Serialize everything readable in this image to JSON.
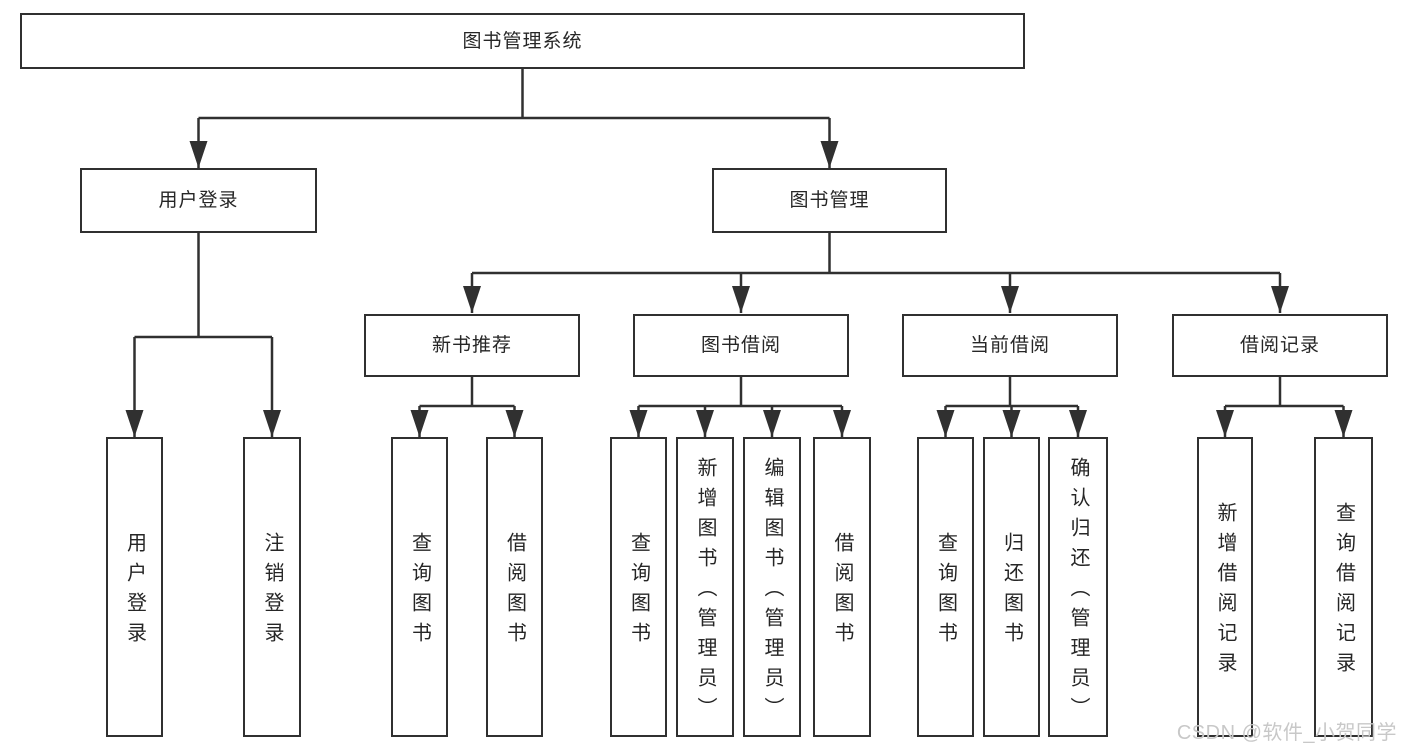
{
  "diagram": {
    "root_label": "图书管理系统",
    "branches": [
      {
        "label": "用户登录",
        "children": [
          {
            "label": "用户登录"
          },
          {
            "label": "注销登录"
          }
        ]
      },
      {
        "label": "图书管理",
        "children": [
          {
            "label": "新书推荐",
            "children": [
              {
                "label": "查询图书"
              },
              {
                "label": "借阅图书"
              }
            ]
          },
          {
            "label": "图书借阅",
            "children": [
              {
                "label": "查询图书"
              },
              {
                "label": "新增图书（管理员）"
              },
              {
                "label": "编辑图书（管理员）"
              },
              {
                "label": "借阅图书"
              }
            ]
          },
          {
            "label": "当前借阅",
            "children": [
              {
                "label": "查询图书"
              },
              {
                "label": "归还图书"
              },
              {
                "label": "确认归还（管理员）"
              }
            ]
          },
          {
            "label": "借阅记录",
            "children": [
              {
                "label": "新增借阅记录"
              },
              {
                "label": "查询借阅记录"
              }
            ]
          }
        ]
      }
    ],
    "watermark": "CSDN @软件_小贺同学",
    "colors": {
      "line": "#303030",
      "box_border": "#303030",
      "box_fill": "#ffffff",
      "text": "#262626",
      "watermark": "#c8c8c8",
      "background": "#ffffff"
    }
  }
}
